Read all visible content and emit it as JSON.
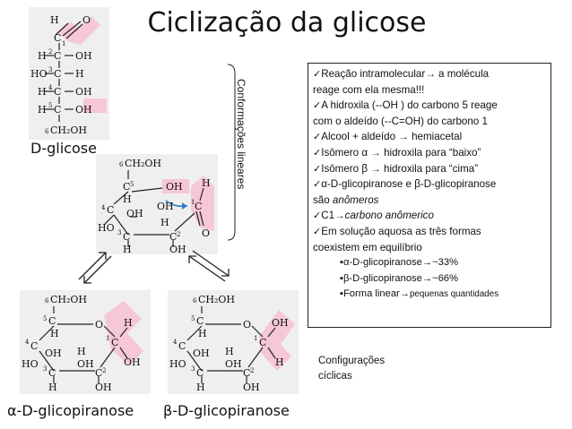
{
  "title": "Ciclização da glicose",
  "labels": {
    "d_glucose": "D-glicose",
    "linear_conformations": "Conformações lineares",
    "cyclic_configurations_line1": "Configurações",
    "cyclic_configurations_line2": "cíclicas",
    "alpha_name": "α-D-glicopiranose",
    "beta_name": "β-D-glicopiranose"
  },
  "notes": {
    "check": "✓",
    "bullet": "▪",
    "arrow": "→",
    "l1a": "Reação intramolecular",
    "l1b": " a molécula",
    "l2": "reage com ela mesma!!!",
    "l3": "A hidroxila (--OH )  do carbono 5 reage",
    "l4": "com o aldeído (--C=OH) do carbono 1",
    "l5a": "Alcool + aldeído ",
    "l5b": " hemiacetal",
    "l6a": "Isômero α ",
    "l6b": " hidroxila para “baixo”",
    "l7a": "Isômero β ",
    "l7b": " hidroxila para “cima”",
    "l8": "α-D-glicopiranose e β-D-glicopiranose",
    "l9a": "são ",
    "l9b": "anômeros",
    "l10a": "C1",
    "l10b": "carbono anômerico",
    "l11": "Em solução aquosa as três formas",
    "l12": "coexistem em equilíbrio",
    "s1a": "α-D-glicopiranose",
    "s1b": "~33%",
    "s2a": "β-D-glicopiranose",
    "s2b": "~66%",
    "s3a": "Forma linear",
    "s3b": "pequenas quantidades"
  },
  "chem": {
    "H": "H",
    "O": "O",
    "OH": "OH",
    "HO": "HO",
    "C": "C",
    "CH2OH": "CH₂OH",
    "n1": "1",
    "n2": "2",
    "n3": "3",
    "n4": "4",
    "n5": "5",
    "n6": "6"
  },
  "colors": {
    "highlight": "#f6c6d9",
    "arrow_blue": "#2a7fd0",
    "structure_bg": "#ebebeb"
  }
}
